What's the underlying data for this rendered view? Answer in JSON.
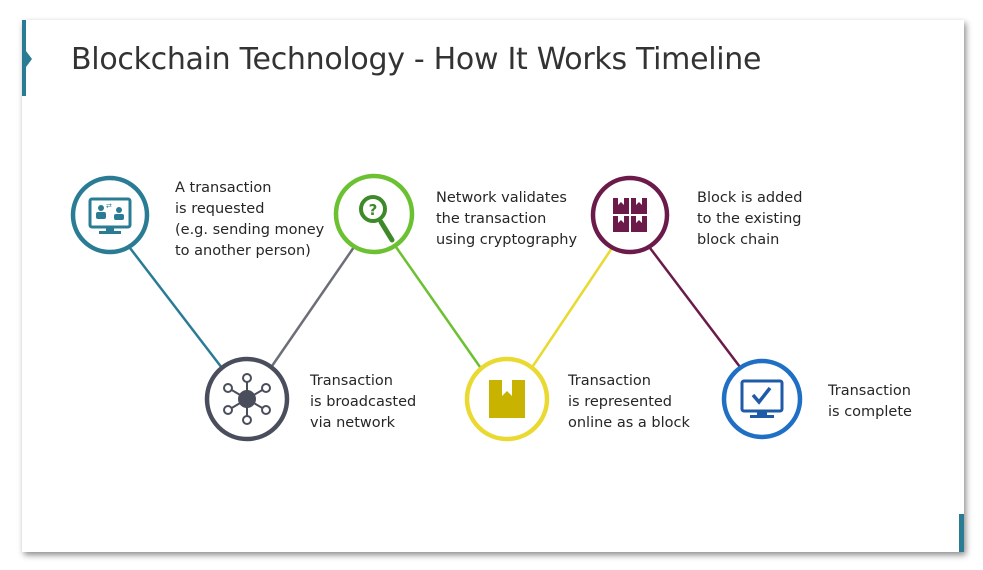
{
  "title": "Blockchain Technology - How It Works Timeline",
  "colors": {
    "accent": "#2a7c94",
    "step1": "#2a7c94",
    "step2": "#4a4e5c",
    "step3": "#6cc132",
    "step4": "#e9d930",
    "step5": "#6b1a4a",
    "step6": "#1f6fc5"
  },
  "steps": [
    {
      "icon": "monitor-users-icon",
      "lines": [
        "A transaction",
        "is requested",
        "(e.g. sending money",
        "to another person)"
      ]
    },
    {
      "icon": "network-icon",
      "lines": [
        "Transaction",
        "is broadcasted",
        "via network"
      ]
    },
    {
      "icon": "magnifier-question-icon",
      "lines": [
        "Network validates",
        "the transaction",
        "using cryptography"
      ]
    },
    {
      "icon": "block-icon",
      "lines": [
        "Transaction",
        "is represented",
        "online as a block"
      ]
    },
    {
      "icon": "blocks-grid-icon",
      "lines": [
        "Block is added",
        "to the existing",
        "block chain"
      ]
    },
    {
      "icon": "monitor-check-icon",
      "lines": [
        "Transaction",
        "is complete"
      ]
    }
  ]
}
